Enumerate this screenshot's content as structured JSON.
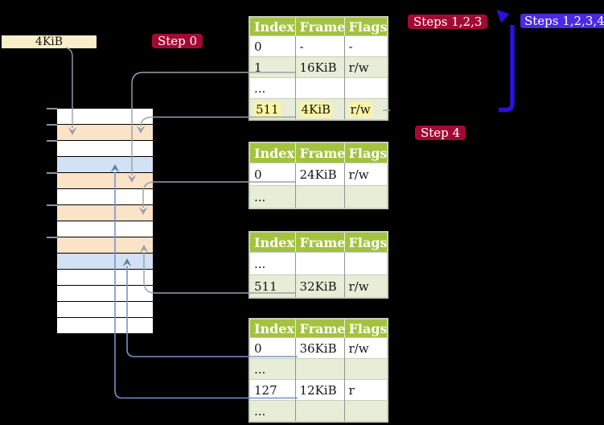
{
  "page_label": "4KiB",
  "badges": {
    "step0": "Step 0",
    "steps123": "Steps 1,2,3",
    "step4": "Step 4",
    "steps1234": "Steps 1,2,3,4"
  },
  "colors": {
    "label_cream": "#f9eeca",
    "badge_red": "#a30a33",
    "badge_purple": "#4a2ae2",
    "arrow_blue": "#2c10da",
    "table_header_green": "#a3c33f",
    "table_row_green": "#e7edd6",
    "highlight_yellow": "#faf5a2",
    "mem_peach": "#fbe3c8",
    "mem_blue": "#d2e1f3",
    "line_gray": "#9aa1a9",
    "line_blue": "#7693c7"
  },
  "memory": {
    "rows": [
      "white",
      "peach",
      "white",
      "blue",
      "peach",
      "white",
      "peach",
      "white",
      "peach",
      "blue",
      "white",
      "white",
      "white",
      "white"
    ]
  },
  "tables": [
    {
      "name": "table-top",
      "headers": [
        "Index",
        "Frame",
        "Flags"
      ],
      "rows": [
        {
          "cells": [
            "0",
            "-",
            "-"
          ]
        },
        {
          "cells": [
            "1",
            "16KiB",
            "r/w"
          ]
        },
        {
          "cells": [
            "...",
            "",
            ""
          ]
        },
        {
          "cells": [
            "511",
            "4KiB",
            "r/w"
          ],
          "highlight": true
        }
      ]
    },
    {
      "name": "table-second",
      "headers": [
        "Index",
        "Frame",
        "Flags"
      ],
      "rows": [
        {
          "cells": [
            "0",
            "24KiB",
            "r/w"
          ]
        },
        {
          "cells": [
            "...",
            "",
            ""
          ]
        }
      ]
    },
    {
      "name": "table-third",
      "headers": [
        "Index",
        "Frame",
        "Flags"
      ],
      "rows": [
        {
          "cells": [
            "...",
            "",
            ""
          ]
        },
        {
          "cells": [
            "511",
            "32KiB",
            "r/w"
          ]
        }
      ]
    },
    {
      "name": "table-bottom",
      "headers": [
        "Index",
        "Frame",
        "Flags"
      ],
      "rows": [
        {
          "cells": [
            "0",
            "36KiB",
            "r/w"
          ]
        },
        {
          "cells": [
            "...",
            "",
            ""
          ]
        },
        {
          "cells": [
            "127",
            "12KiB",
            "r"
          ]
        },
        {
          "cells": [
            "...",
            "",
            ""
          ]
        }
      ]
    }
  ]
}
